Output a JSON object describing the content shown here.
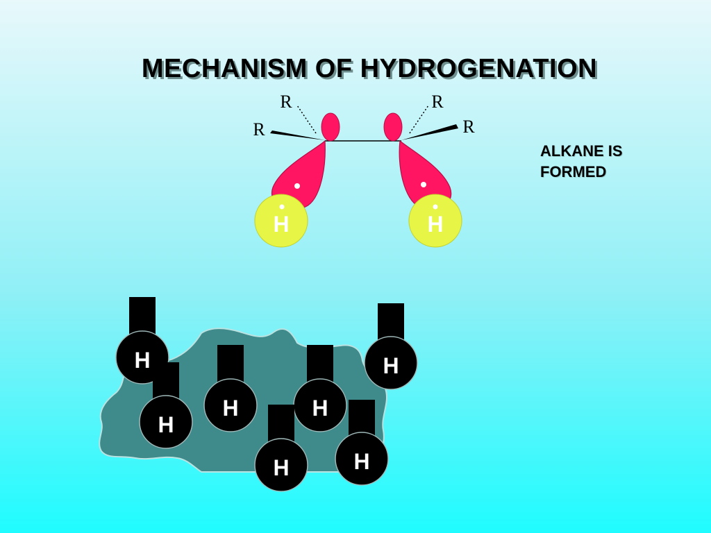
{
  "title": "MECHANISM OF HYDROGENATION",
  "note": "ALKANE IS FORMED",
  "molecule": {
    "substituent_label": "R",
    "hydrogen_label": "H"
  },
  "catalyst": {
    "hydrogen_label": "H"
  },
  "colors": {
    "orbital": "#ff1562",
    "hydrogen_atom": "#e6f546",
    "catalyst_surface": "#3f8a8a",
    "adsorbed_h": "#000000"
  }
}
